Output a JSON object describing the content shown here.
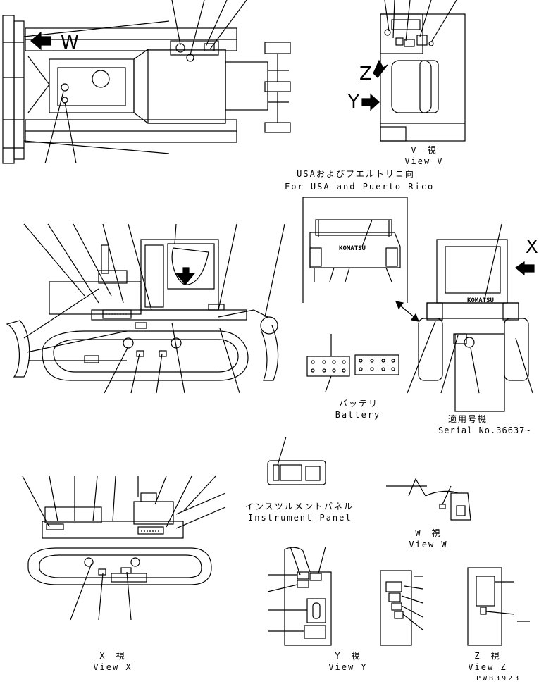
{
  "top_view": {
    "view_marker_w": "W"
  },
  "view_v": {
    "marker_z": "Z",
    "marker_y": "Y",
    "caption_jp": "V　視",
    "caption_en": "View V"
  },
  "usa_inset": {
    "heading_jp": "USAおよびプエルトリコ向",
    "heading_en": "For USA and Puerto Rico",
    "brand": "KOMATSU"
  },
  "rear_view": {
    "marker_x": "X",
    "brand": "KOMATSU",
    "serial_jp": "適用号機",
    "serial_en": "Serial No.36637~"
  },
  "battery": {
    "label_jp": "バッテリ",
    "label_en": "Battery"
  },
  "instrument_panel": {
    "label_jp": "インスツルメントパネル",
    "label_en": "Instrument Panel"
  },
  "view_w": {
    "caption_jp": "W　視",
    "caption_en": "View W"
  },
  "view_x": {
    "caption_jp": "X　視",
    "caption_en": "View X"
  },
  "view_y": {
    "caption_jp": "Y　視",
    "caption_en": "View Y"
  },
  "view_z": {
    "caption_jp": "Z　視",
    "caption_en": "View Z"
  },
  "drawing_code": "PWB3923"
}
